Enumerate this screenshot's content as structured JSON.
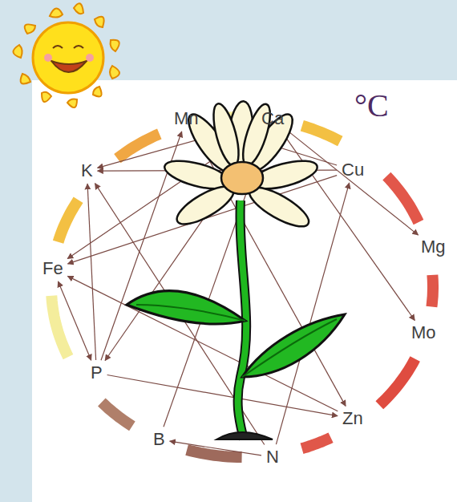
{
  "diagram": {
    "nodes": [
      {
        "text": [
          "Mn"
        ]
      },
      {
        "text": [
          "Ca"
        ]
      },
      {
        "text": [
          "Cu"
        ]
      },
      {
        "text": [
          "Mg"
        ]
      },
      {
        "text": [
          "Mo"
        ]
      },
      {
        "text": [
          "Zn"
        ]
      },
      {
        "text": [
          "N"
        ]
      },
      {
        "text": [
          "B"
        ]
      },
      {
        "text": [
          "P"
        ]
      },
      {
        "text": [
          "Fe"
        ]
      },
      {
        "text": [
          "K"
        ]
      }
    ],
    "edges": [
      {
        "from": 1,
        "to": 10,
        "arrow": "to"
      },
      {
        "from": 1,
        "to": 9,
        "arrow": "to"
      },
      {
        "from": 1,
        "to": 8,
        "arrow": "to"
      },
      {
        "from": 1,
        "to": 3,
        "arrow": "to"
      },
      {
        "from": 1,
        "to": 4,
        "arrow": "to"
      },
      {
        "from": 2,
        "to": 0,
        "arrow": "to"
      },
      {
        "from": 2,
        "to": 10,
        "arrow": "to"
      },
      {
        "from": 2,
        "to": 9,
        "arrow": "to"
      },
      {
        "from": 6,
        "to": 7,
        "arrow": "to"
      },
      {
        "from": 6,
        "to": 10,
        "arrow": "to"
      },
      {
        "from": 6,
        "to": 2,
        "arrow": "to"
      },
      {
        "from": 7,
        "to": 1,
        "arrow": "to"
      },
      {
        "from": 8,
        "to": 5,
        "arrow": "to"
      },
      {
        "from": 8,
        "to": 0,
        "arrow": "to"
      },
      {
        "from": 8,
        "to": 10,
        "arrow": "to"
      },
      {
        "from": 9,
        "to": 8,
        "arrow": "both"
      },
      {
        "from": 5,
        "to": 9,
        "arrow": "to"
      },
      {
        "from": 0,
        "to": 5,
        "arrow": "to"
      }
    ],
    "labels": [
      "°C"
    ]
  }
}
